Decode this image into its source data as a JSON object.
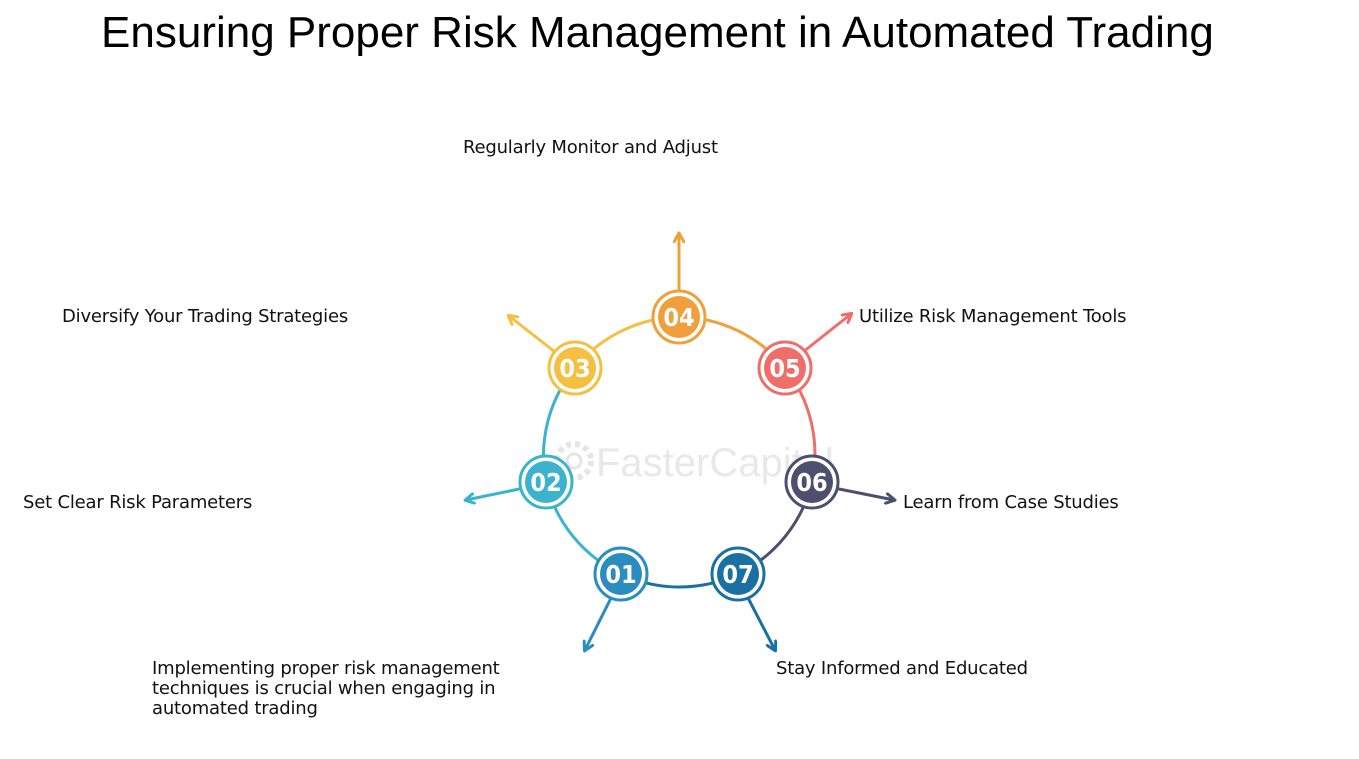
{
  "title": "Ensuring Proper Risk Management in Automated Trading",
  "watermark": "FasterCapital",
  "steps": [
    {
      "number": "01",
      "label": "Implementing proper risk management techniques is crucial when engaging in automated trading",
      "color": "#2a8cc0"
    },
    {
      "number": "02",
      "label": "Set Clear Risk Parameters",
      "color": "#3bb3cf"
    },
    {
      "number": "03",
      "label": "Diversify Your Trading Strategies",
      "color": "#f5c041"
    },
    {
      "number": "04",
      "label": "Regularly Monitor and Adjust",
      "color": "#f0a03a"
    },
    {
      "number": "05",
      "label": "Utilize Risk Management Tools",
      "color": "#ef6e6a"
    },
    {
      "number": "06",
      "label": "Learn from Case Studies",
      "color": "#4c4f6e"
    },
    {
      "number": "07",
      "label": "Stay Informed and Educated",
      "color": "#1a6fa3"
    }
  ]
}
